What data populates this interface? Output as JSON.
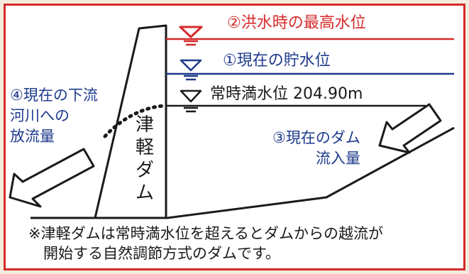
{
  "labels": {
    "flood_level": "②洪水時の最高水位",
    "current_level": "①現在の貯水位",
    "normal_level": "常時満水位 204.90m",
    "outflow": "④現在の下流\n河川への\n放流量",
    "inflow": "③現在のダム\n流入量",
    "dam_name": "津軽ダム"
  },
  "note": "※津軽ダムは常時満水位を超えるとダムからの越流が\n　開始する自然調節方式のダムです。",
  "colors": {
    "border": "#d62a2a",
    "flood_line": "#d62a2a",
    "current_line": "#1e3a8c",
    "normal_line": "#1a1a1a",
    "text_blue": "#1e3a8c"
  },
  "icons": {
    "water_level_marker": "inverted-triangle-with-bars",
    "flow_arrow": "hollow-block-arrow"
  }
}
